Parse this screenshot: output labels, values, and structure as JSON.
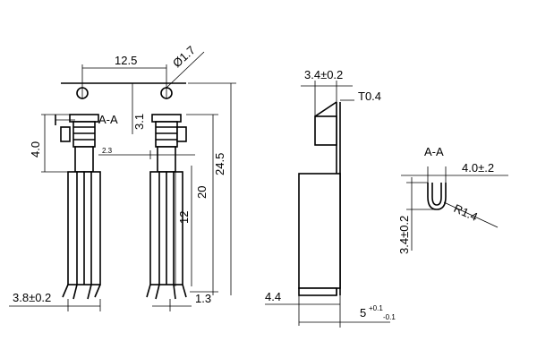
{
  "dimensions": {
    "pitch": "12.5",
    "hole_dia": "Ø1.7",
    "hole_offset": "3.1",
    "section_marker": "A-A",
    "clip_height": "4.0",
    "gap": "2.3",
    "length_20": "20",
    "length_12": "12",
    "total_length": "24.5",
    "base_width": "3.8±0.2",
    "foot": "1.3",
    "side_width": "3.4±0.2",
    "thickness": "T0.4",
    "side_offset": "4.4",
    "side_base": "5",
    "side_base_tol_plus": "+0.1",
    "side_base_tol_minus": "-0.1",
    "section_title": "A-A",
    "section_width": "4.0±.2",
    "section_height": "3.4±0.2",
    "section_radius": "R1.4"
  }
}
